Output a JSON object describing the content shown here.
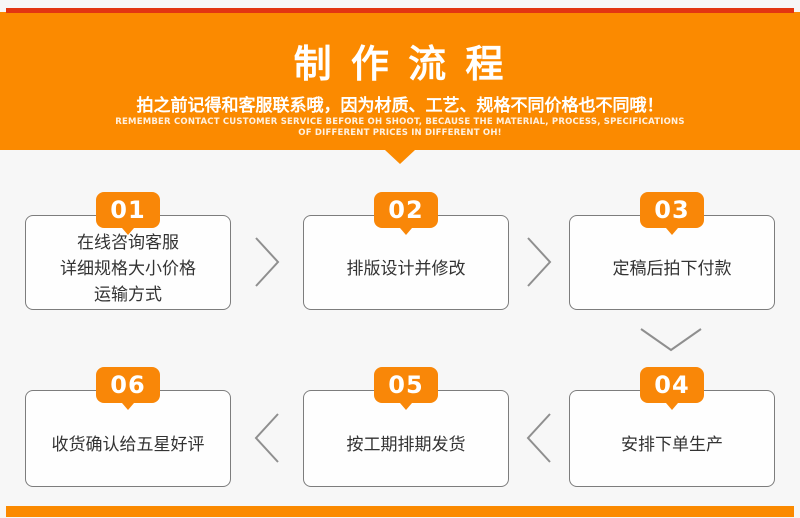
{
  "page": {
    "background": "#f7f7f7"
  },
  "header": {
    "background_color": "#fb8a00",
    "accent_bar_color": "#e23512",
    "title": "制 作 流 程",
    "subtitle": "拍之前记得和客服联系哦，因为材质、工艺、规格不同价格也不同哦！",
    "subtitle_en_line1": "REMEMBER CONTACT CUSTOMER SERVICE BEFORE OH SHOOT, BECAUSE THE MATERIAL, PROCESS, SPECIFICATIONS",
    "subtitle_en_line2": "OF DIFFERENT PRICES IN DIFFERENT OH!"
  },
  "steps": [
    {
      "number": "01",
      "lines": [
        "在线咨询客服",
        "详细规格大小价格",
        "运输方式"
      ]
    },
    {
      "number": "02",
      "lines": [
        "排版设计并修改"
      ]
    },
    {
      "number": "03",
      "lines": [
        "定稿后拍下付款"
      ]
    },
    {
      "number": "04",
      "lines": [
        "安排下单生产"
      ]
    },
    {
      "number": "05",
      "lines": [
        "按工期排期发货"
      ]
    },
    {
      "number": "06",
      "lines": [
        "收货确认给五星好评"
      ]
    }
  ],
  "badge_color": "#f98708",
  "footer": {
    "bar_color": "#fb8a00"
  }
}
